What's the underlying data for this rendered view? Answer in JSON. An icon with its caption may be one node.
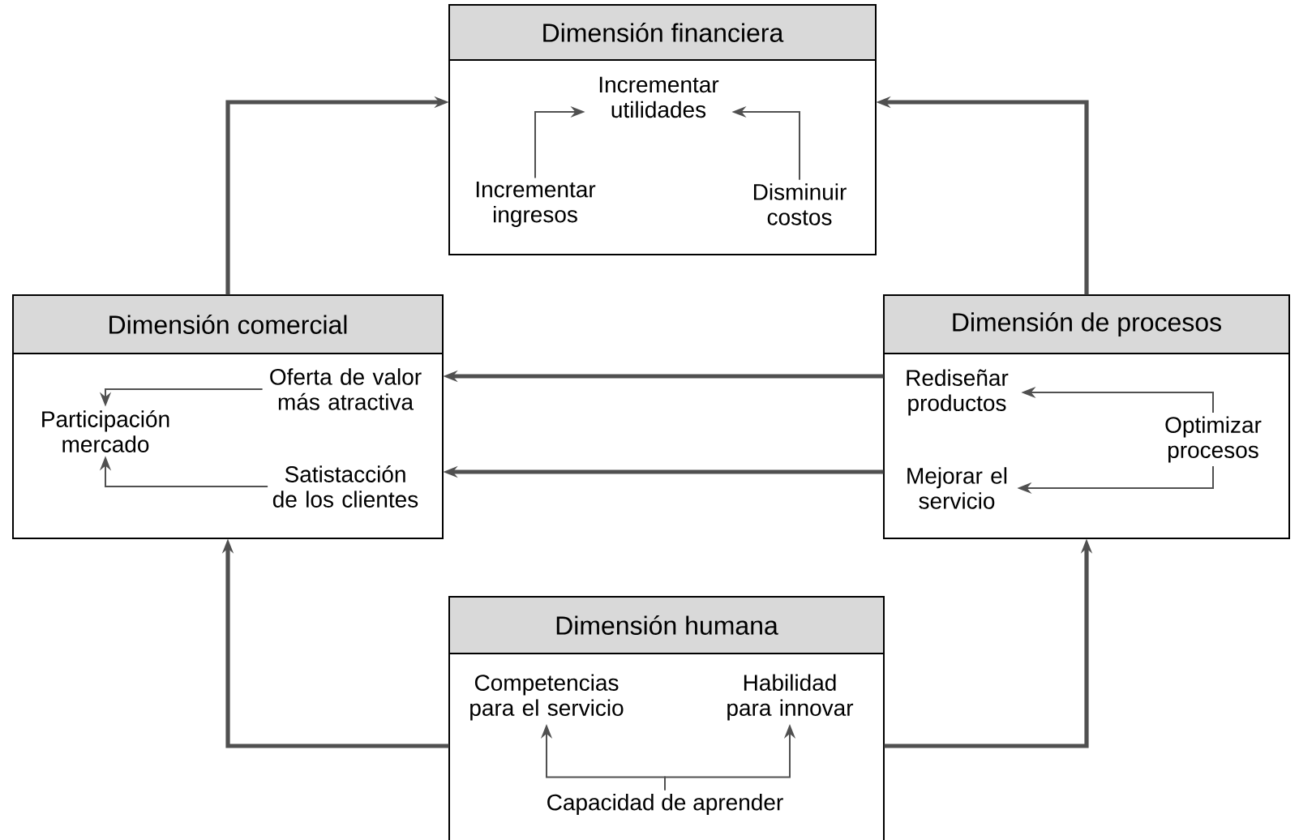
{
  "diagram": {
    "nodes": [
      {
        "text": [
          "Dimensión financiera"
        ]
      },
      {
        "text": [
          "Incrementar utilidades"
        ],
        "in": 0
      },
      {
        "text": [
          "Incrementar ingresos"
        ],
        "in": 0
      },
      {
        "text": [
          "Disminuir costos"
        ],
        "in": 0
      },
      {
        "text": [
          "Dimensión comercial"
        ]
      },
      {
        "text": [
          "Participación mercado"
        ],
        "in": 4
      },
      {
        "text": [
          "Oferta de valor más atractiva"
        ],
        "in": 4
      },
      {
        "text": [
          "Satistacción de los clientes"
        ],
        "in": 4
      },
      {
        "text": [
          "Dimensión de procesos"
        ]
      },
      {
        "text": [
          "Rediseñar productos"
        ],
        "in": 8
      },
      {
        "text": [
          "Optimizar procesos"
        ],
        "in": 8
      },
      {
        "text": [
          "Mejorar el servicio"
        ],
        "in": 8
      },
      {
        "text": [
          "Dimensión humana"
        ]
      },
      {
        "text": [
          "Competencias para el servicio"
        ],
        "in": 12
      },
      {
        "text": [
          "Habilidad para innovar"
        ],
        "in": 12
      },
      {
        "text": [
          "Capacidad de aprender"
        ],
        "in": 12
      }
    ],
    "edges": [
      {
        "from": 2,
        "to": 1,
        "arrow": "to"
      },
      {
        "from": 3,
        "to": 1,
        "arrow": "to"
      },
      {
        "from": 6,
        "to": 5,
        "arrow": "to"
      },
      {
        "from": 7,
        "to": 5,
        "arrow": "to"
      },
      {
        "from": 10,
        "to": 9,
        "arrow": "to"
      },
      {
        "from": 10,
        "to": 11,
        "arrow": "to"
      },
      {
        "from": 15,
        "to": 13,
        "arrow": "to"
      },
      {
        "from": 15,
        "to": 14,
        "arrow": "to"
      },
      {
        "from": 4,
        "to": 0,
        "arrow": "to",
        "style": "thick"
      },
      {
        "from": 8,
        "to": 0,
        "arrow": "to",
        "style": "thick"
      },
      {
        "from": 8,
        "to": 4,
        "arrow": "to",
        "style": "thick"
      },
      {
        "from": 8,
        "to": 4,
        "arrow": "to",
        "style": "thick"
      },
      {
        "from": 12,
        "to": 4,
        "arrow": "to",
        "style": "thick"
      },
      {
        "from": 12,
        "to": 8,
        "arrow": "to",
        "style": "thick"
      }
    ]
  }
}
